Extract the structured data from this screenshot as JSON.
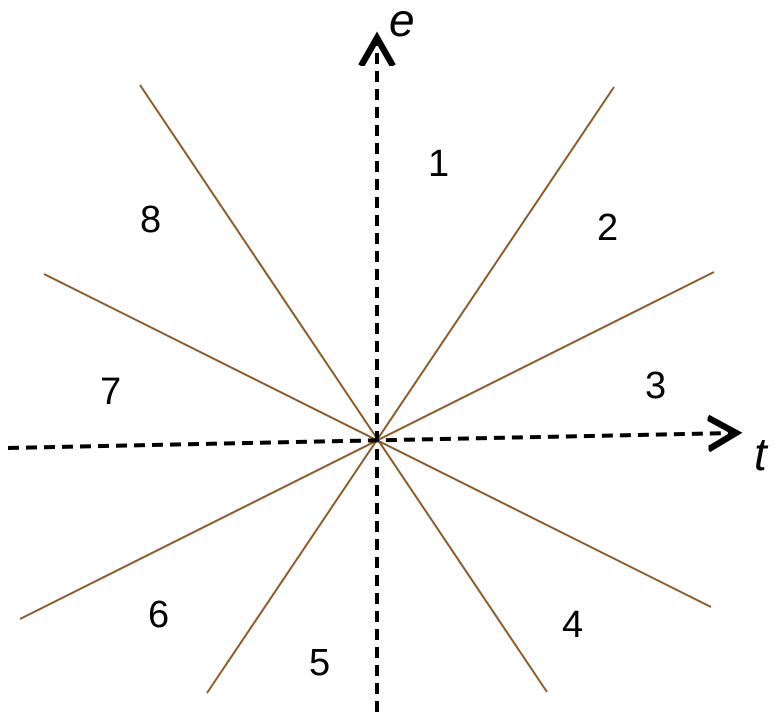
{
  "diagram": {
    "axes": {
      "horizontal": {
        "label": "t"
      },
      "vertical": {
        "label": "e"
      }
    },
    "region_labels": [
      "1",
      "2",
      "3",
      "4",
      "5",
      "6",
      "7",
      "8"
    ],
    "colors": {
      "divider_lines": "#8B5A2B",
      "axes": "#000000",
      "text": "#000000"
    }
  }
}
